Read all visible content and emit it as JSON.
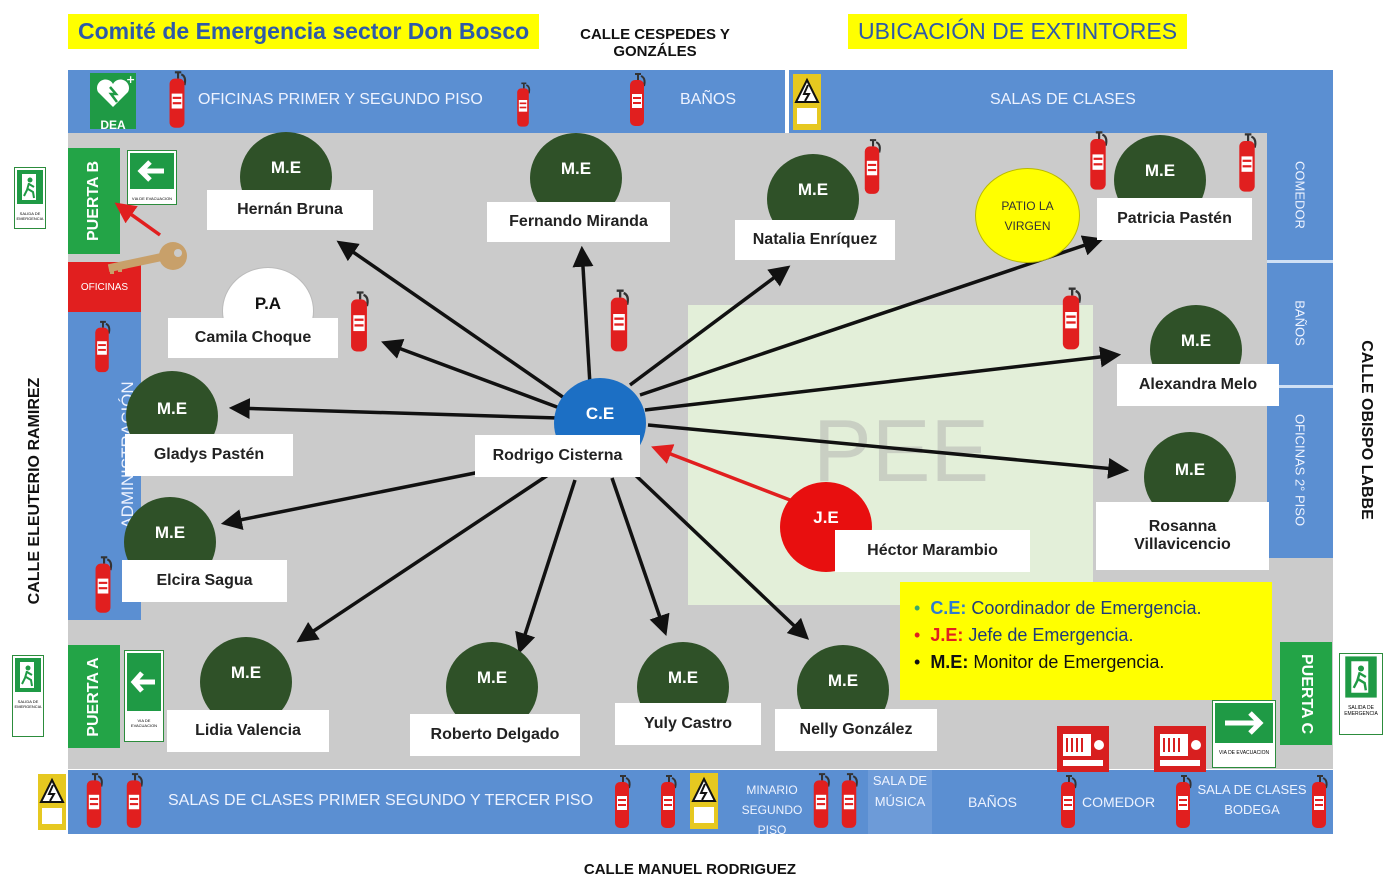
{
  "title": "Comité  de Emergencia sector Don Bosco",
  "subtitle": "UBICACIÓN DE EXTINTORES",
  "streets": {
    "top": "CALLE CESPEDES Y GONZÁLES",
    "bottom": "CALLE MANUEL RODRIGUEZ",
    "left": "CALLE ELEUTERIO RAMIREZ",
    "right": "CALLE OBISPO LABBE"
  },
  "top_band": {
    "dea": "DEA",
    "offices": "OFICINAS PRIMER Y SEGUNDO PISO",
    "bathrooms": "BAÑOS",
    "classrooms": "SALAS DE CLASES"
  },
  "bottom_band": {
    "classrooms": "SALAS DE CLASES PRIMER SEGUNDO Y TERCER PISO",
    "seminar": "MINARIO SEGUNDO PISO",
    "music": "SALA DE MÚSICA",
    "bathrooms": "BAÑOS",
    "dining": "COMEDOR",
    "warehouse": "SALA DE CLASES BODEGA"
  },
  "left_band": {
    "offices": "OFICINAS",
    "administration": "ADMINISTRACIÓN"
  },
  "right_band": {
    "dining": "COMEDOR",
    "bathrooms": "BAÑOS",
    "offices": "OFICINAS 2° PISO"
  },
  "doors": {
    "b": "PUERTA B",
    "a": "PUERTA A",
    "c": "PUERTA C",
    "exit_sign": "SALIDA DE EMERGENCIA",
    "evacuation_sign": "VIA DE EVACUACION"
  },
  "patio": "PATIO LA VIRGEN",
  "pee": "PEE",
  "roles": {
    "me": "M.E",
    "ce": "C.E",
    "je": "J.E",
    "pa": "P.A"
  },
  "people": {
    "hernan": "Hernán Bruna",
    "fernando": "Fernando Miranda",
    "natalia": "Natalia Enríquez",
    "patricia": "Patricia Pastén",
    "camila": "Camila Choque",
    "alexandra": "Alexandra Melo",
    "gladys": "Gladys Pastén",
    "rodrigo": "Rodrigo Cisterna",
    "rosanna": "Rosanna Villavicencio",
    "elcira": "Elcira Sagua",
    "hector": "Héctor Marambio",
    "lidia": "Lidia Valencia",
    "roberto": "Roberto Delgado",
    "yuly": "Yuly Castro",
    "nelly": "Nelly González"
  },
  "legend": [
    {
      "code": "C.E",
      "colon": ":",
      "text": " Coordinador de Emergencia.",
      "bullet_color": "#3aa86a",
      "code_color": "#2e7bd1"
    },
    {
      "code": "J.E",
      "colon": ":",
      "text": " Jefe de Emergencia.",
      "bullet_color": "#e02020",
      "code_color": "#e02020"
    },
    {
      "code": "M.E",
      "colon": ":",
      "text": " Monitor de Emergencia.",
      "bullet_color": "#111111",
      "code_color": "#111111"
    }
  ],
  "colors": {
    "band": "#5b8fd2",
    "floor": "#cbcbcb",
    "pee_zone": "#e3efd9",
    "me_circle": "#2f5128",
    "ce_circle": "#1c6fc4",
    "je_circle": "#e80f0f",
    "door": "#23a447",
    "highlight": "#ffff00"
  },
  "icons": [
    "fire-extinguisher-icon",
    "defibrillator-icon",
    "emergency-exit-icon",
    "high-voltage-icon",
    "key-icon",
    "fire-alarm-icon",
    "arrow-icon"
  ]
}
